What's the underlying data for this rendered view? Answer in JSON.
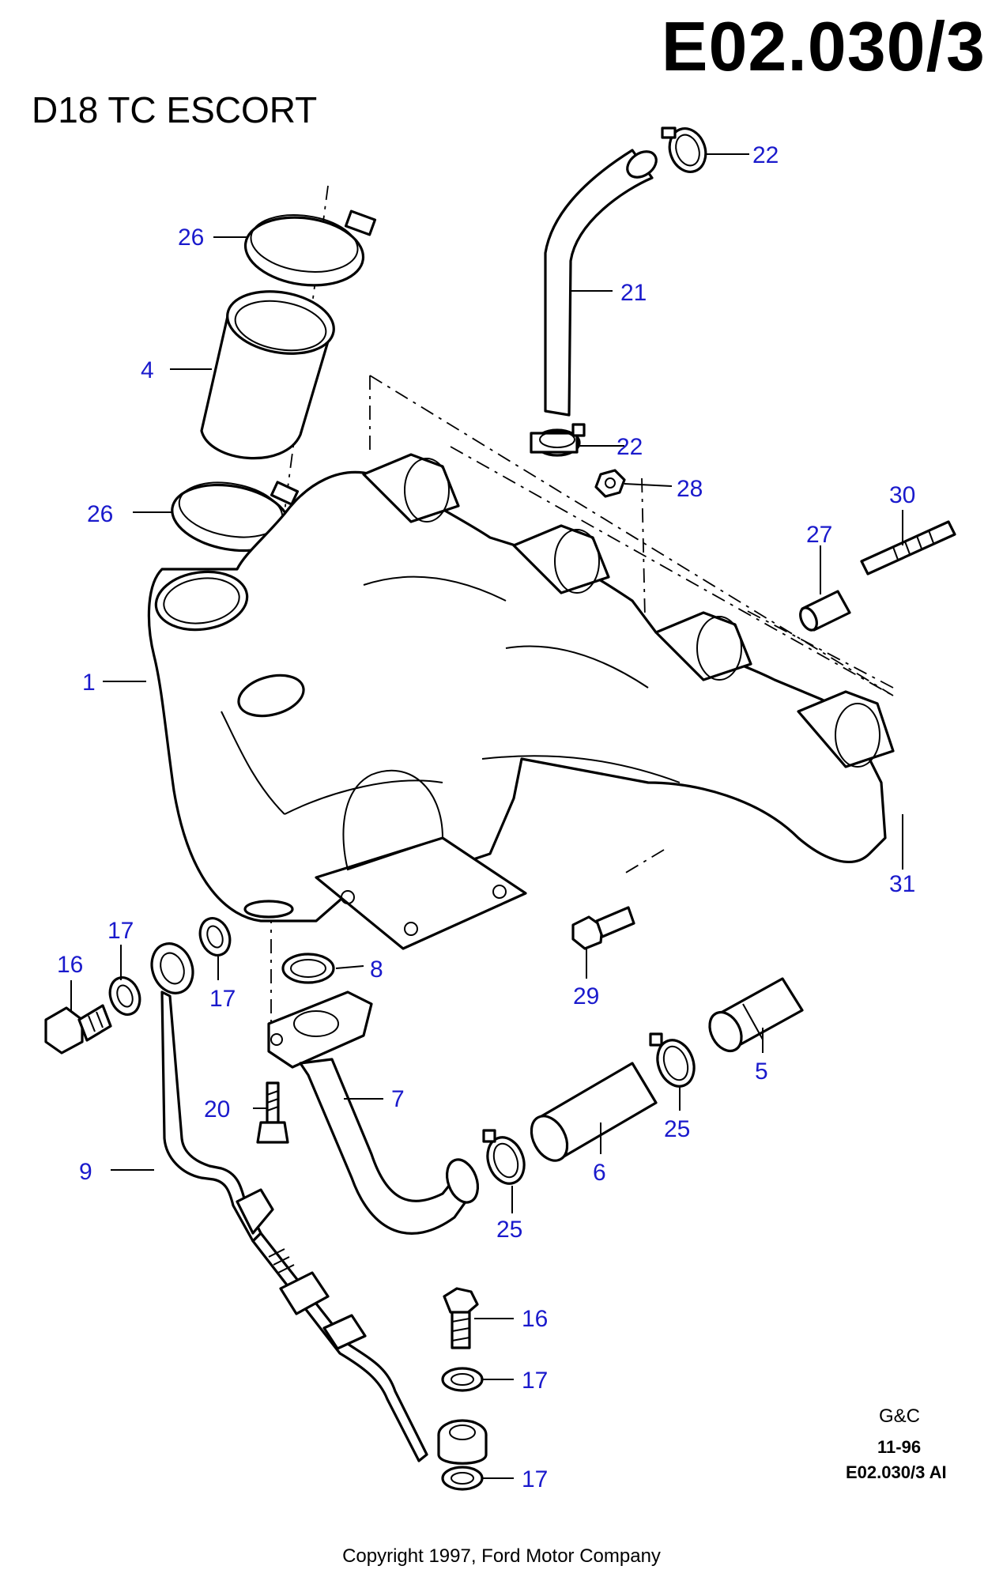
{
  "header": {
    "doc_number": "E02.030/3",
    "model": "D18 TC ESCORT"
  },
  "footer": {
    "gc": "G&C",
    "date": "11-96",
    "ref": "E02.030/3 AI",
    "copyright": "Copyright 1997, Ford Motor Company"
  },
  "colors": {
    "callout": "#1a1acc",
    "line": "#000000"
  },
  "callouts": [
    {
      "id": "c-22a",
      "text": "22"
    },
    {
      "id": "c-26a",
      "text": "26"
    },
    {
      "id": "c-21",
      "text": "21"
    },
    {
      "id": "c-4",
      "text": "4"
    },
    {
      "id": "c-22b",
      "text": "22"
    },
    {
      "id": "c-28",
      "text": "28"
    },
    {
      "id": "c-30",
      "text": "30"
    },
    {
      "id": "c-26b",
      "text": "26"
    },
    {
      "id": "c-27",
      "text": "27"
    },
    {
      "id": "c-1",
      "text": "1"
    },
    {
      "id": "c-31",
      "text": "31"
    },
    {
      "id": "c-17a",
      "text": "17"
    },
    {
      "id": "c-16a",
      "text": "16"
    },
    {
      "id": "c-8",
      "text": "8"
    },
    {
      "id": "c-29",
      "text": "29"
    },
    {
      "id": "c-17b",
      "text": "17"
    },
    {
      "id": "c-5",
      "text": "5"
    },
    {
      "id": "c-7",
      "text": "7"
    },
    {
      "id": "c-20",
      "text": "20"
    },
    {
      "id": "c-25a",
      "text": "25"
    },
    {
      "id": "c-9",
      "text": "9"
    },
    {
      "id": "c-6",
      "text": "6"
    },
    {
      "id": "c-25b",
      "text": "25"
    },
    {
      "id": "c-16b",
      "text": "16"
    },
    {
      "id": "c-17c",
      "text": "17"
    },
    {
      "id": "c-17d",
      "text": "17"
    }
  ]
}
